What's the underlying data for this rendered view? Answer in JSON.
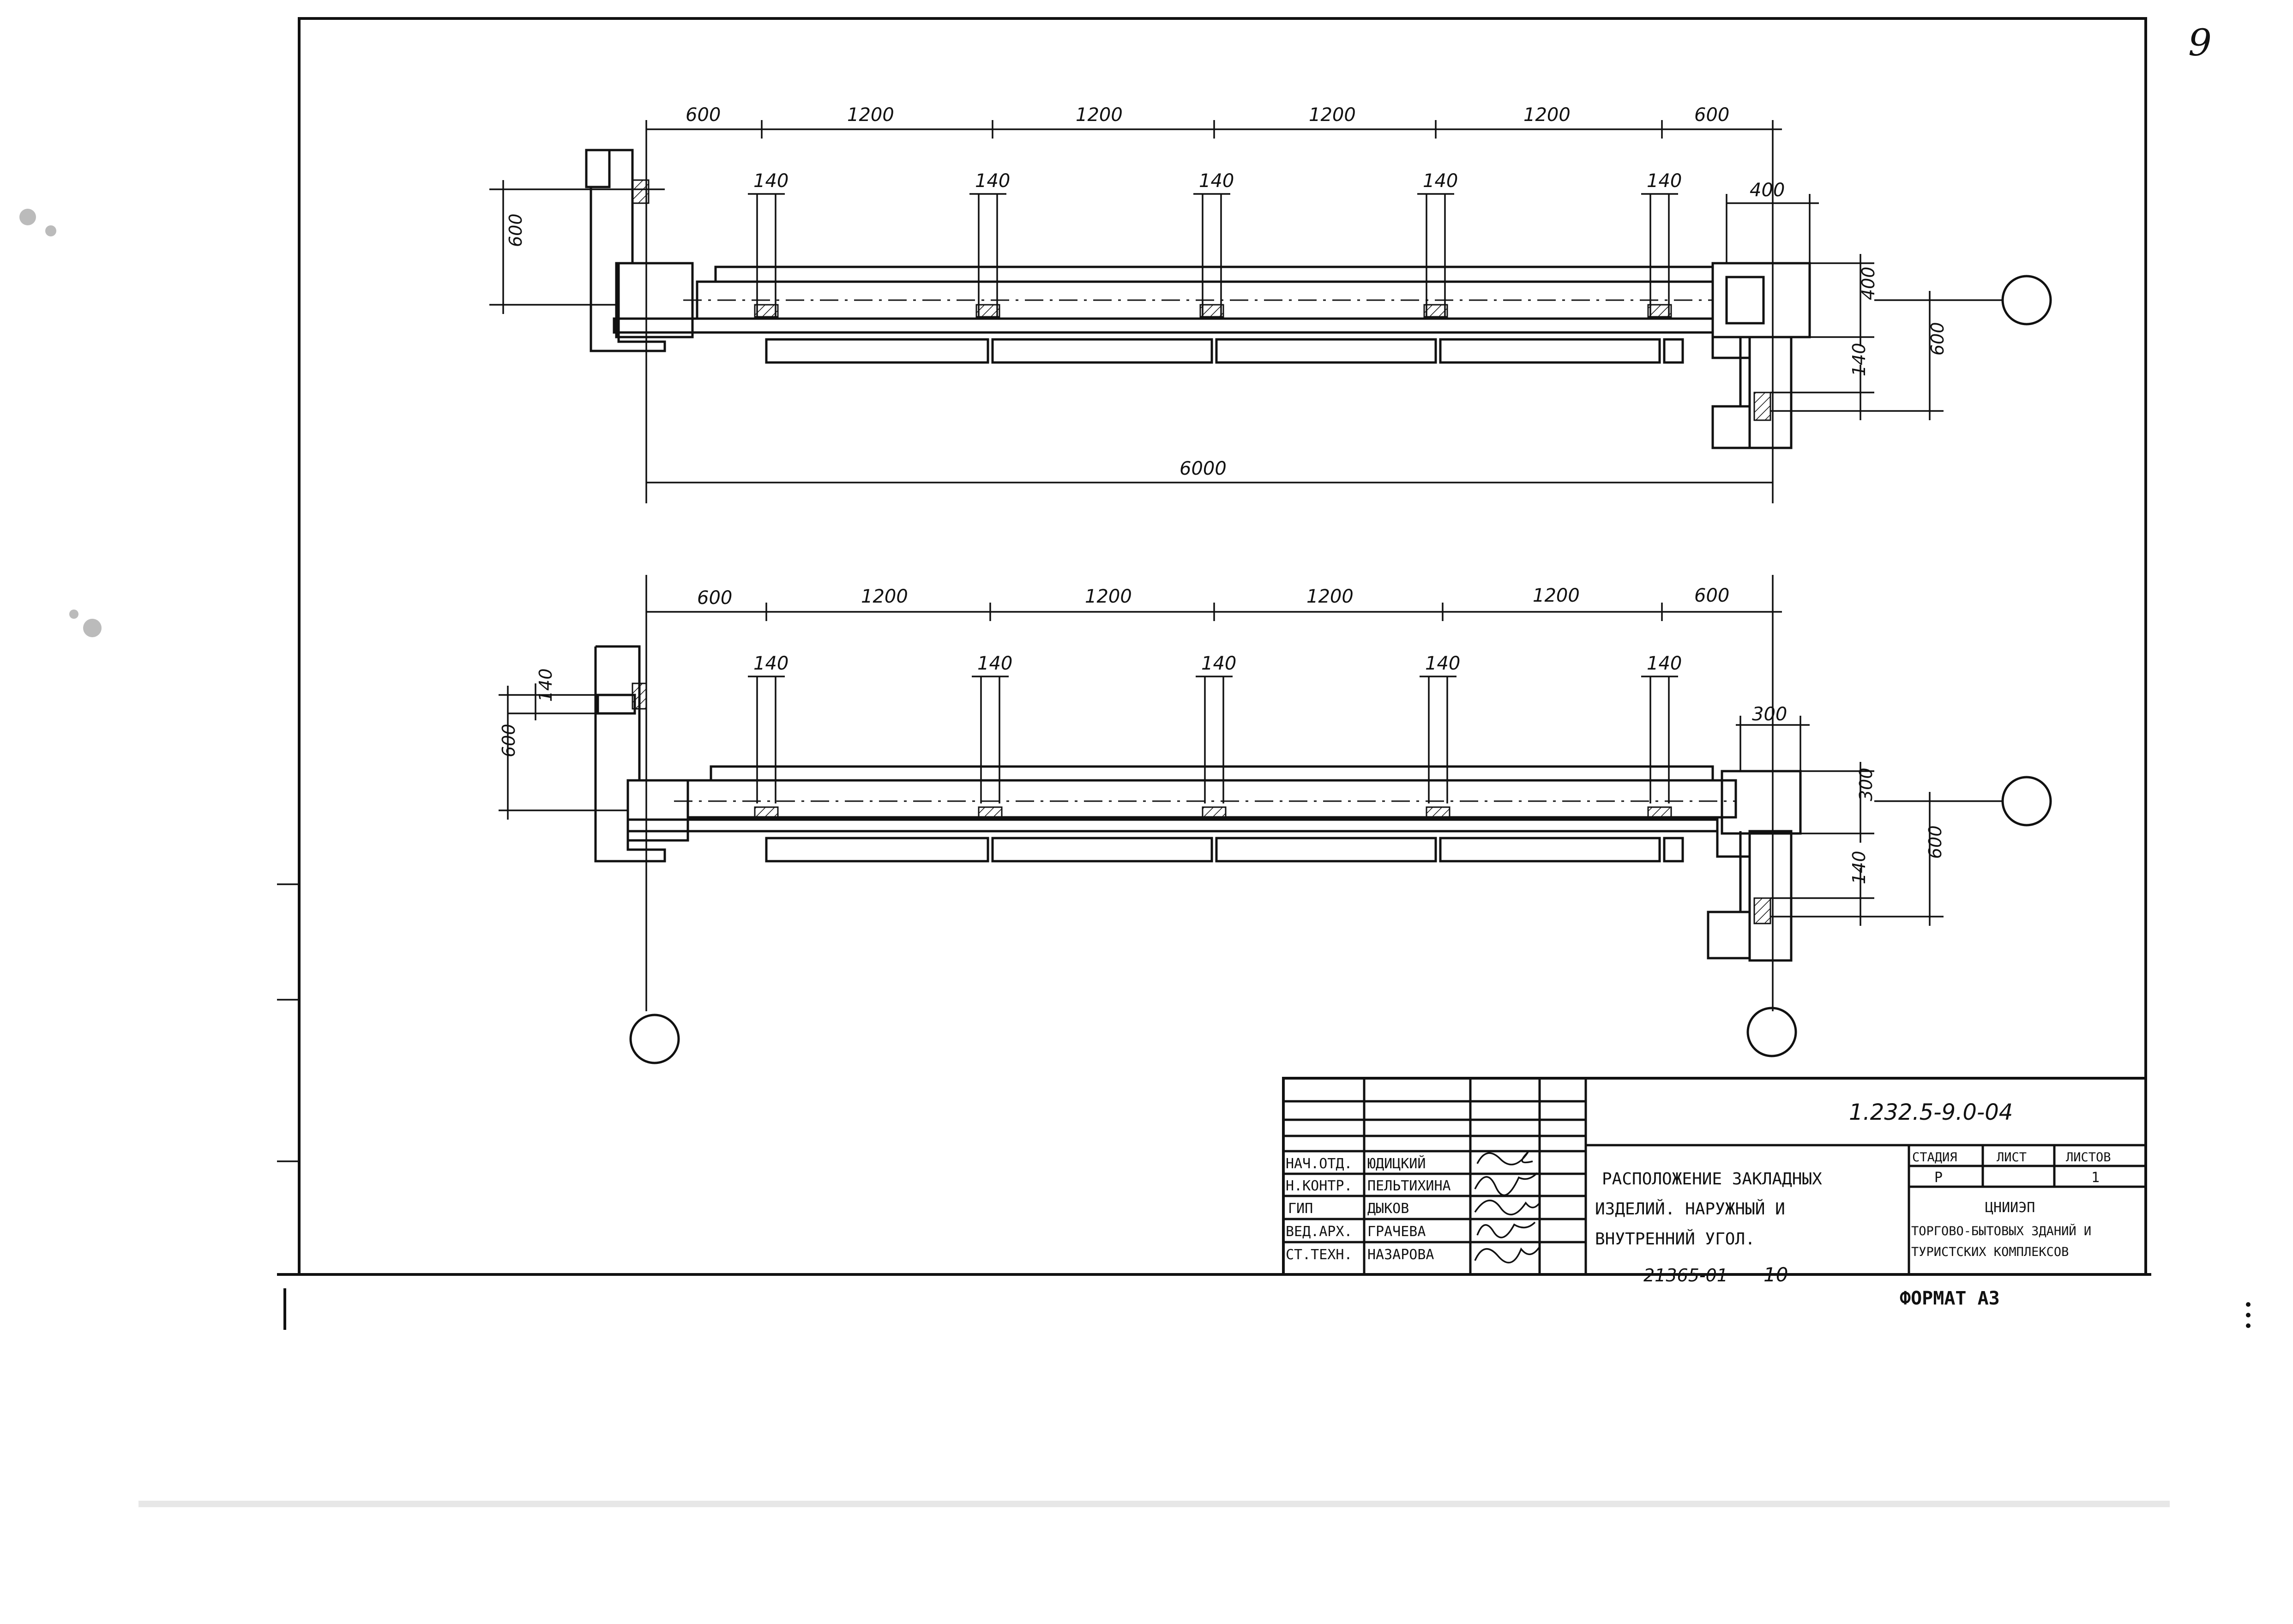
{
  "page_number": "9",
  "drawing_1": {
    "dimensions_top": [
      "600",
      "1200",
      "1200",
      "1200",
      "1200",
      "600"
    ],
    "insert_widths": [
      "140",
      "140",
      "140",
      "140",
      "140"
    ],
    "left_offset": "600",
    "right_width": "400",
    "right_height": "400",
    "right_insert": "140",
    "right_offset": "600",
    "overall_length": "6000"
  },
  "drawing_2": {
    "dimensions_top": [
      "600",
      "1200",
      "1200",
      "1200",
      "1200",
      "600"
    ],
    "insert_widths": [
      "140",
      "140",
      "140",
      "140",
      "140"
    ],
    "left_insert": "140",
    "left_offset": "600",
    "right_width": "300",
    "right_height": "300",
    "right_insert": "140",
    "right_offset": "600"
  },
  "title_block": {
    "doc_code": "1.232.5-9.0-04",
    "staff_roles": [
      "НАЧ.ОТД.",
      "Н.КОНТР.",
      "ГИП",
      "ВЕД.АРХ.",
      "СТ.ТЕХН."
    ],
    "staff_names": [
      "ЮДИЦКИЙ",
      "ПЕЛЬТИХИНА",
      "ДЫКОВ",
      "ГРАЧЕВА",
      "НАЗАРОВА"
    ],
    "title_lines": [
      "РАСПОЛОЖЕНИЕ ЗАКЛАДНЫХ",
      "ИЗДЕЛИЙ. НАРУЖНЫЙ И",
      "ВНУТРЕННИЙ УГОЛ."
    ],
    "stage_header": "СТАДИЯ",
    "sheet_header": "ЛИСТ",
    "sheets_header": "ЛИСТОВ",
    "stage_value": "Р",
    "sheet_value": "",
    "sheets_value": "1",
    "org_name": "ЦНИИЭП",
    "org_line_1": "ТОРГОВО-БЫТОВЫХ ЗДАНИЙ И",
    "org_line_2": "ТУРИСТСКИХ КОМПЛЕКСОВ"
  },
  "footer": {
    "archive_number": "21365-01",
    "archive_sheet": "10",
    "format_label": "ФОРМАТ А3"
  }
}
